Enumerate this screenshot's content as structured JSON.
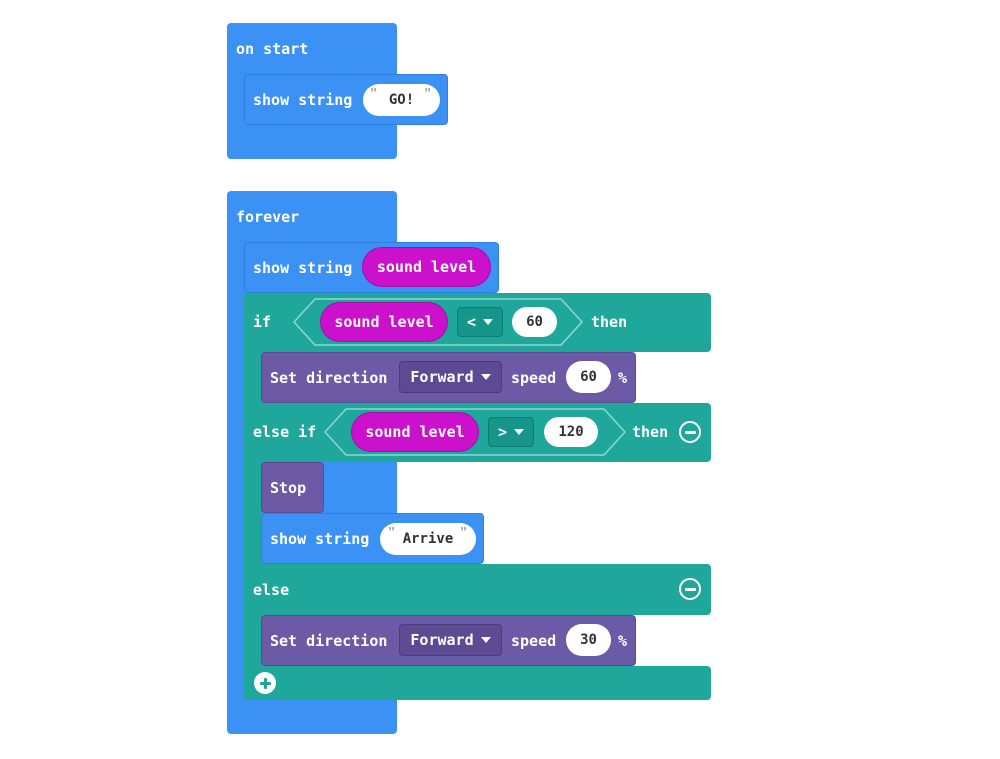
{
  "on_start": {
    "hat_label": "on start",
    "show_string_label": "show string",
    "string_value": "GO!"
  },
  "forever": {
    "hat_label": "forever",
    "show_string_label": "show string",
    "show_string_arg": "sound level",
    "if_block": {
      "if_label": "if",
      "condition": {
        "left": "sound level",
        "operator": "<",
        "right": "60"
      },
      "then_label": "then",
      "body": {
        "label": "Set direction",
        "direction": "Forward",
        "speed_label": "speed",
        "speed_value": "60",
        "unit": "%"
      },
      "else_if_label": "else if",
      "else_if_condition": {
        "left": "sound level",
        "operator": ">",
        "right": "120"
      },
      "else_if_then_label": "then",
      "else_if_body": {
        "stop_label": "Stop",
        "show_string_label": "show string",
        "string_value": "Arrive"
      },
      "else_label": "else",
      "else_body": {
        "label": "Set direction",
        "direction": "Forward",
        "speed_label": "speed",
        "speed_value": "30",
        "unit": "%"
      }
    }
  },
  "colors": {
    "basic_blue": "#3c91f5",
    "logic_teal": "#1fa79c",
    "motor_purple": "#6d5aa6",
    "sensor_magenta": "#cc11cc"
  },
  "icons": {
    "remove": "minus-circle-icon",
    "add": "plus-circle-icon",
    "dropdown": "caret-down-icon"
  }
}
